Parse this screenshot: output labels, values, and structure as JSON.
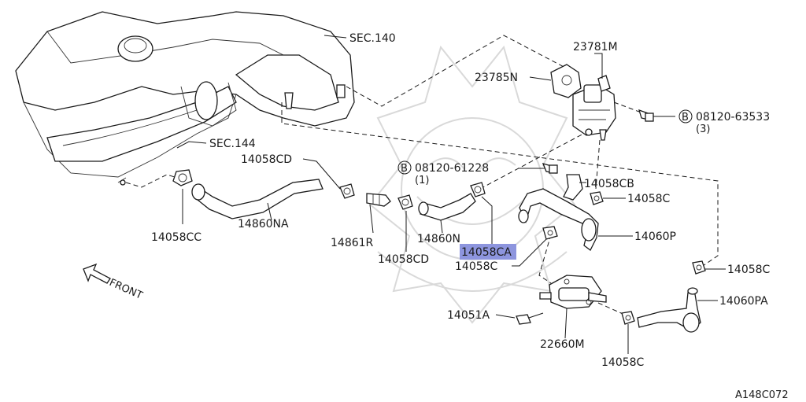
{
  "labels": {
    "sec140": "SEC.140",
    "sec144": "SEC.144",
    "p23781M": "23781M",
    "p23785N": "23785N",
    "bolt_top_circle": "B",
    "bolt_top": "08120-63533",
    "bolt_top_qty": "(3)",
    "bolt_mid_circle": "B",
    "bolt_mid": "08120-61228",
    "bolt_mid_qty": "(1)",
    "p14058CD_a": "14058CD",
    "p14058CB": "14058CB",
    "p14058C_a": "14058C",
    "p14058CC": "14058CC",
    "p14860NA": "14860NA",
    "p14861R": "14861R",
    "p14058CD_b": "14058CD",
    "p14860N": "14860N",
    "p14058CA": "14058CA",
    "p14058C_b": "14058C",
    "p14060P": "14060P",
    "p14058C_c": "14058C",
    "p14060PA": "14060PA",
    "p14051A": "14051A",
    "p22660M": "22660M",
    "p14058C_d": "14058C",
    "front": "FRONT",
    "code": "A148C072"
  },
  "colors": {
    "line": "#1a1a1a",
    "highlight": "#8d95de",
    "watermark": "#d9d9d9"
  },
  "highlighted_part": "14058CA"
}
